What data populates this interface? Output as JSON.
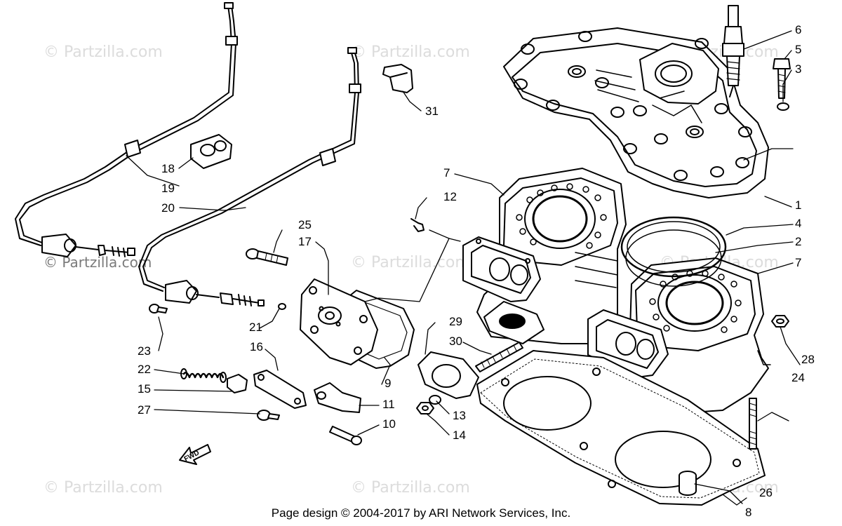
{
  "watermark": {
    "text": "© Partzilla.com"
  },
  "footer": {
    "copyright": "Page design © 2004-2017 by ARI Network Services, Inc."
  },
  "fwd_label": "FWD",
  "callouts": [
    "1",
    "2",
    "3",
    "4",
    "5",
    "6",
    "7",
    "7",
    "8",
    "9",
    "10",
    "11",
    "12",
    "13",
    "14",
    "15",
    "16",
    "17",
    "18",
    "19",
    "20",
    "21",
    "22",
    "23",
    "24",
    "25",
    "26",
    "27",
    "28",
    "29",
    "30",
    "31"
  ]
}
